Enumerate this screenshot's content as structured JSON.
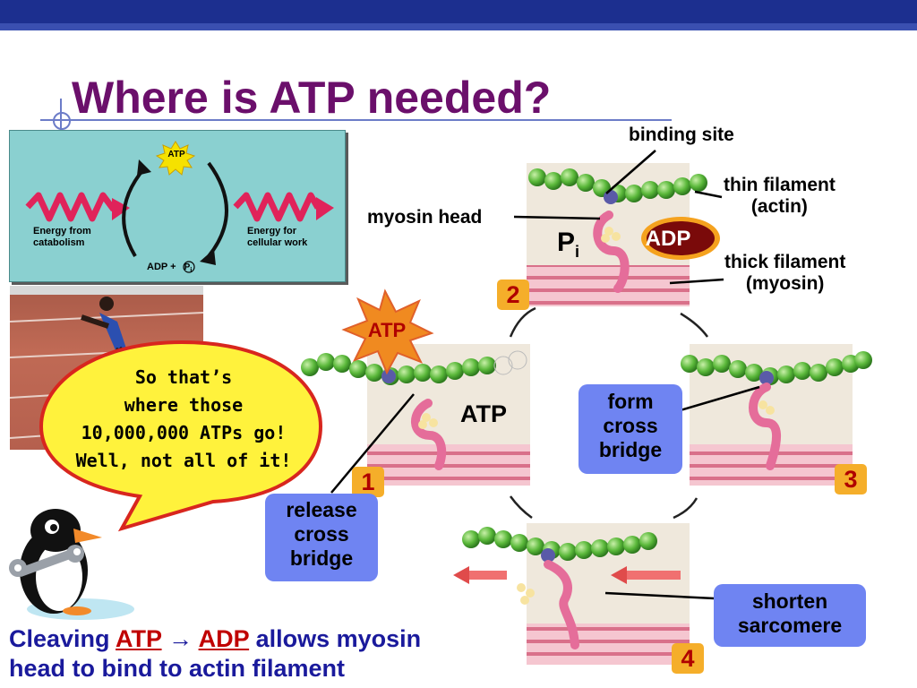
{
  "slide": {
    "title": "Where is ATP needed?"
  },
  "inset": {
    "atp_label": "ATP",
    "left_caption_line1": "Energy from",
    "left_caption_line2": "catabolism",
    "right_caption_line1": "Energy for",
    "right_caption_line2": "cellular work",
    "bottom_label": "ADP +",
    "pi_label": "P",
    "pi_sub": "i"
  },
  "bubble": {
    "line1": "So that’s",
    "line2": "where those",
    "line3": "10,000,000 ATPs go!",
    "line4": "Well, not all of it!"
  },
  "diagram": {
    "binding_site": "binding site",
    "thin_filament_line1": "thin filament",
    "thin_filament_line2": "(actin)",
    "myosin_head": "myosin head",
    "pi_label": "P",
    "pi_sub": "i",
    "adp_badge": "ADP",
    "thick_filament_line1": "thick filament",
    "thick_filament_line2": "(myosin)",
    "atp_star": "ATP",
    "atp_panel_label": "ATP",
    "step1": "1",
    "step2": "2",
    "step3": "3",
    "step4": "4",
    "form_line1": "form",
    "form_line2": "cross",
    "form_line3": "bridge",
    "release_line1": "release",
    "release_line2": "cross",
    "release_line3": "bridge",
    "shorten_line1": "shorten",
    "shorten_line2": "sarcomere"
  },
  "caption": {
    "part1": "Cleaving ",
    "atp": "ATP",
    "arrow": " → ",
    "adp": "ADP",
    "part2": " allows myosin",
    "line2": "head to bind to actin filament"
  }
}
